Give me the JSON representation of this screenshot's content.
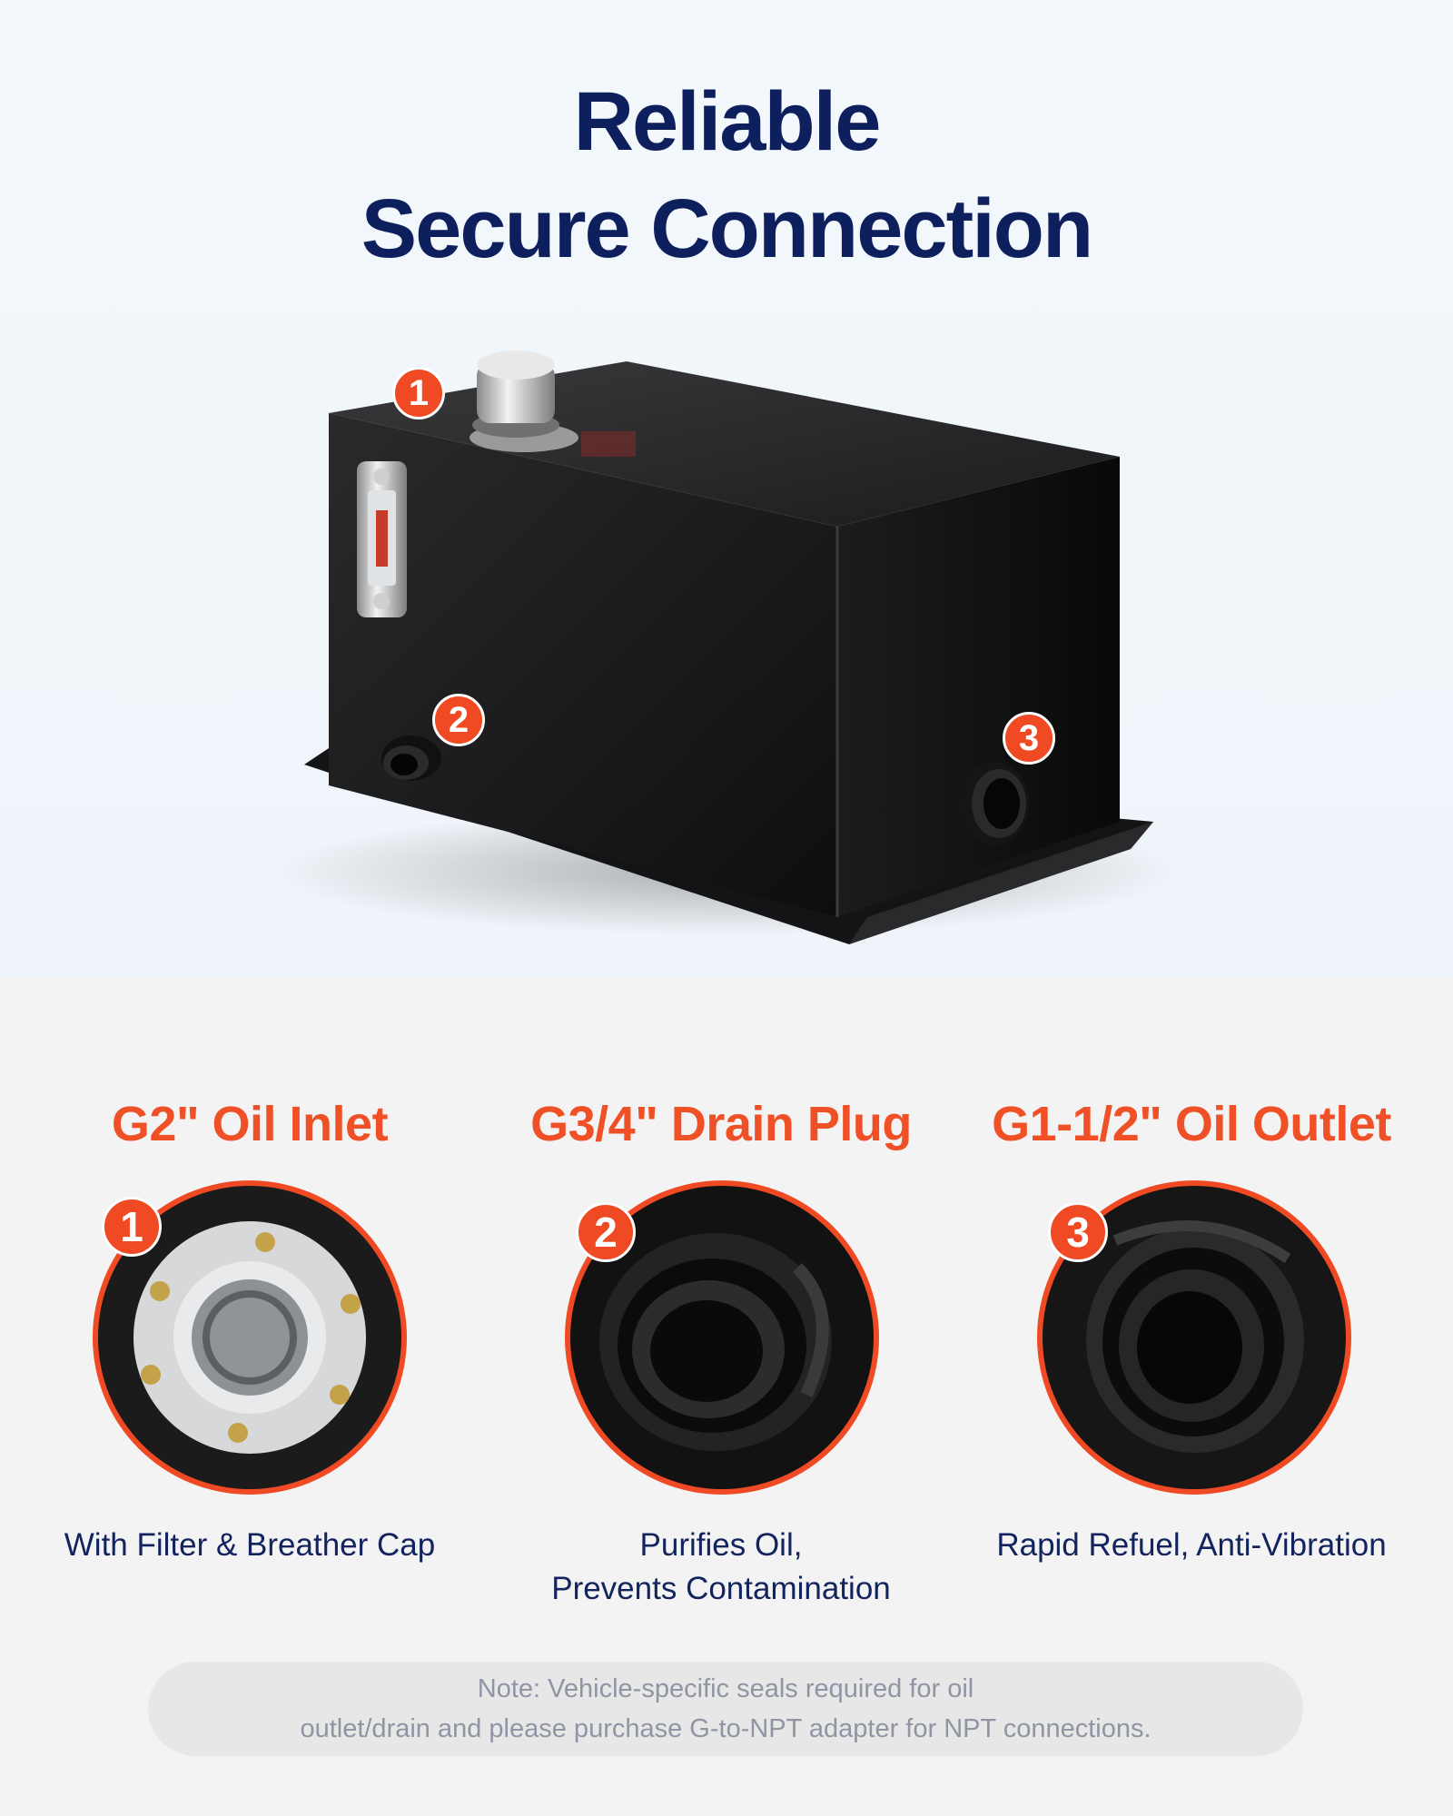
{
  "title": {
    "line1": "Reliable",
    "line2": "Secure Connection"
  },
  "hero_badges": [
    "1",
    "2",
    "3"
  ],
  "features": [
    {
      "number": "1",
      "title": "G2\" Oil Inlet",
      "desc_line1": "With Filter & Breather Cap",
      "desc_line2": ""
    },
    {
      "number": "2",
      "title": "G3/4\" Drain Plug",
      "desc_line1": "Purifies Oil,",
      "desc_line2": "Prevents Contamination"
    },
    {
      "number": "3",
      "title": "G1-1/2\" Oil Outlet",
      "desc_line1": "Rapid Refuel, Anti-Vibration",
      "desc_line2": ""
    }
  ],
  "note": {
    "line1": "Note: Vehicle-specific seals required for oil",
    "line2": "outlet/drain and please purchase G-to-NPT adapter for NPT connections."
  },
  "colors": {
    "title": "#0d1f5c",
    "accent": "#ef4a23",
    "body_text": "#12235e",
    "note_text": "#8f95a3"
  }
}
